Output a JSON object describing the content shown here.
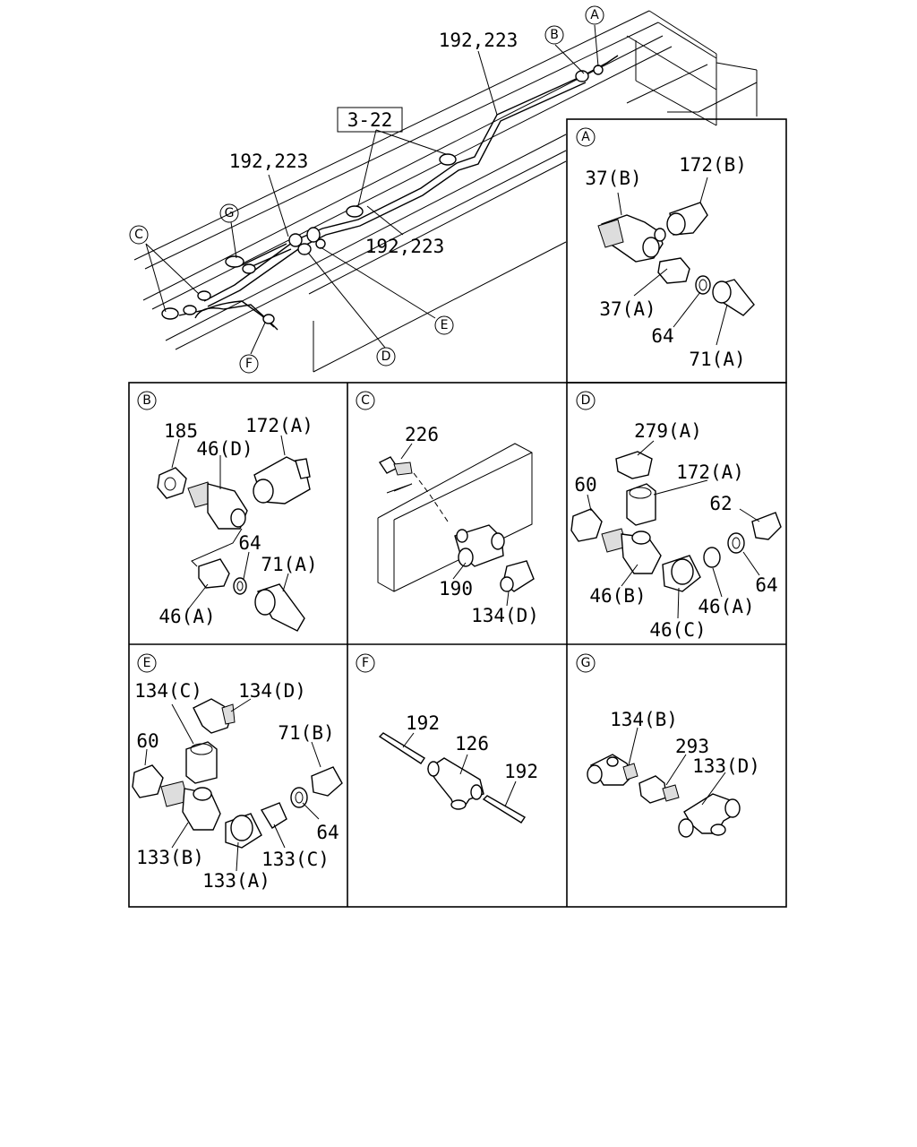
{
  "main": {
    "callouts": {
      "pipe_top": "192,223",
      "pipe_mid_left": "192,223",
      "pipe_mid_right": "192,223",
      "ref": "3-22"
    },
    "letters": {
      "A": "A",
      "B": "B",
      "C": "C",
      "D": "D",
      "E": "E",
      "F": "F",
      "G": "G"
    }
  },
  "panels": {
    "A": {
      "letter": "A",
      "labels": [
        "37(B)",
        "172(B)",
        "37(A)",
        "64",
        "71(A)"
      ]
    },
    "B": {
      "letter": "B",
      "labels": [
        "185",
        "172(A)",
        "46(D)",
        "64",
        "71(A)",
        "46(A)"
      ]
    },
    "C": {
      "letter": "C",
      "labels": [
        "226",
        "190",
        "134(D)"
      ]
    },
    "D": {
      "letter": "D",
      "labels": [
        "279(A)",
        "172(A)",
        "60",
        "62",
        "64",
        "46(B)",
        "46(A)",
        "46(C)"
      ]
    },
    "E": {
      "letter": "E",
      "labels": [
        "134(C)",
        "134(D)",
        "60",
        "71(B)",
        "64",
        "133(B)",
        "133(C)",
        "133(A)"
      ]
    },
    "F": {
      "letter": "F",
      "labels": [
        "192",
        "126",
        "192"
      ]
    },
    "G": {
      "letter": "G",
      "labels": [
        "134(B)",
        "293",
        "133(D)"
      ]
    }
  }
}
